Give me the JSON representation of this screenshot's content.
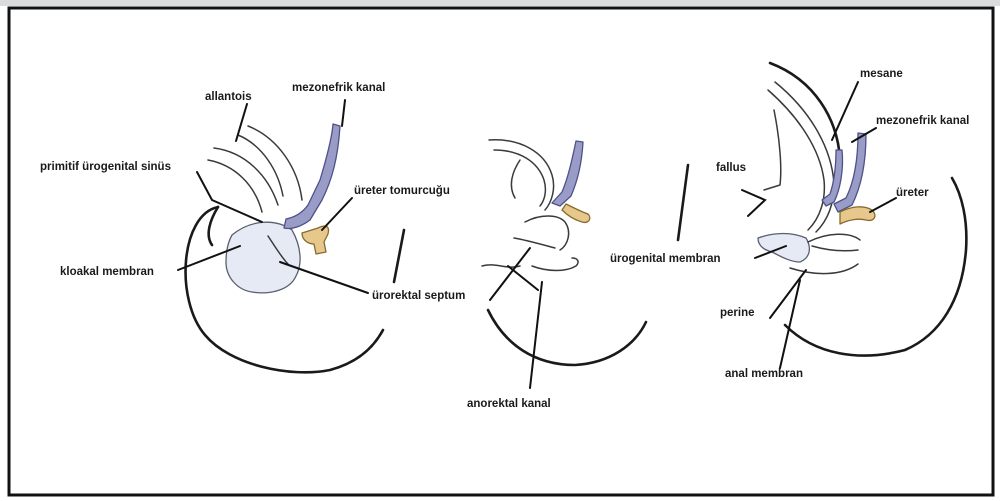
{
  "colors": {
    "frame": "#111111",
    "ink": "#222222",
    "mesonephric_duct": "#9a9cc8",
    "ureter_bud": "#e6c88c",
    "urogenital_sinus": "#e6eaf5"
  },
  "labels": {
    "allantois": "allantois",
    "mezonefrik_kanal_1": "mezonefrik kanal",
    "primitif_urogenital_sinus": "primitif ürogenital sinüs",
    "ureter_tomurcugu": "üreter tomurcuğu",
    "kloakal_membran": "kloakal membran",
    "urorektal_septum": "ürorektal septum",
    "anorektal_kanal": "anorektal kanal",
    "mesane": "mesane",
    "mezonefrik_kanal_3": "mezonefrik kanal",
    "fallus": "fallus",
    "ureter": "üreter",
    "urogenital_membran": "ürogenital membran",
    "perine": "perine",
    "anal_membran": "anal membran"
  }
}
